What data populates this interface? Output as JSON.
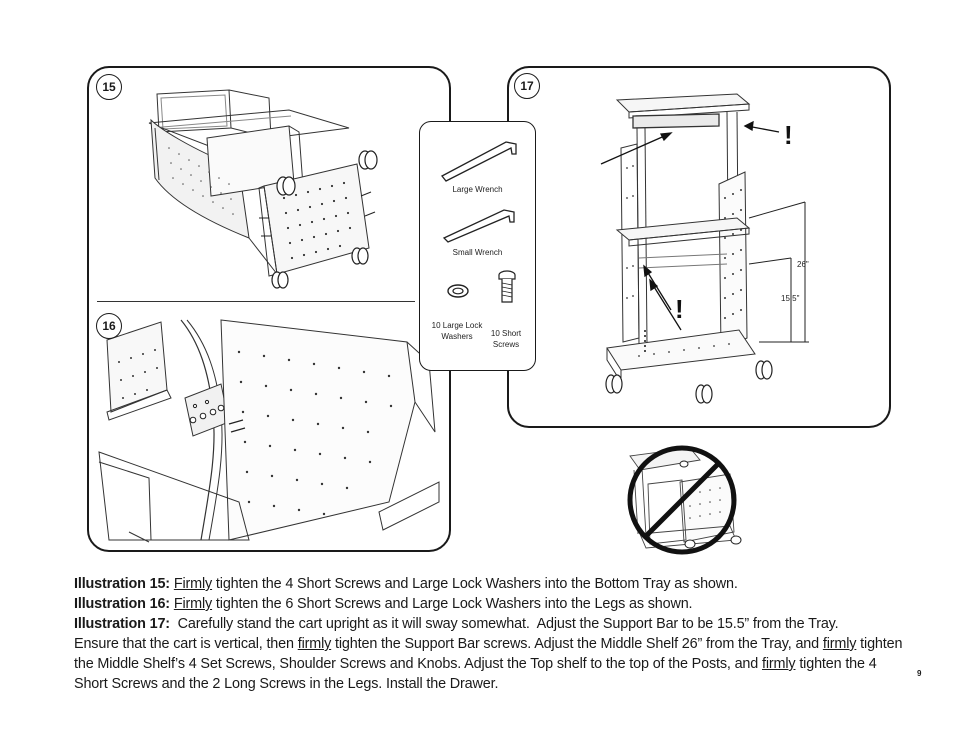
{
  "illustrations": {
    "fig15": {
      "number": "15"
    },
    "fig16": {
      "number": "16"
    },
    "fig17": {
      "number": "17",
      "dim_middle_shelf": "26\"",
      "dim_support_bar": "15.5\"",
      "warning_mark": "!"
    }
  },
  "parts": {
    "large_wrench": "Large Wrench",
    "small_wrench": "Small Wrench",
    "lock_washers_line1": "10 Large Lock",
    "lock_washers_line2": "Washers",
    "short_screws_line1": "10 Short",
    "short_screws_line2": "Screws"
  },
  "instructions": {
    "ill15_label": "Illustration 15:",
    "ill15_emph": "Firmly",
    "ill15_text": " tighten the 4 Short Screws and Large Lock Washers into the Bottom Tray as shown.",
    "ill16_label": "Illustration 16:",
    "ill16_emph": "Firmly",
    "ill16_text": " tighten the 6 Short Screws and Large Lock Washers into the Legs as shown.",
    "ill17_label": "Illustration 17:",
    "ill17_text1": "  Carefully stand the cart upright as it will sway somewhat.  Adjust the Support Bar to be 15.5” from the Tray.",
    "ill17_text2": "Ensure that the cart is vertical, then ",
    "ill17_emph1": "firmly",
    "ill17_text3": " tighten the Support Bar screws.  Adjust the Middle Shelf 26” from the Tray, and ",
    "ill17_emph2": "firmly",
    "ill17_text4": " tighten",
    "ill17_text5": "the Middle Shelf’s 4 Set Screws, Shoulder Screws and Knobs.  Adjust the Top shelf to the top of the Posts, and ",
    "ill17_emph3": "firmly",
    "ill17_text6": " tighten the 4",
    "ill17_text7": "Short Screws and the 2 Long Screws in the Legs.  Install the Drawer."
  },
  "page_number": "9",
  "icons": [
    "large-wrench-icon",
    "small-wrench-icon",
    "lock-washer-icon",
    "short-screw-icon",
    "prohibited-icon"
  ]
}
